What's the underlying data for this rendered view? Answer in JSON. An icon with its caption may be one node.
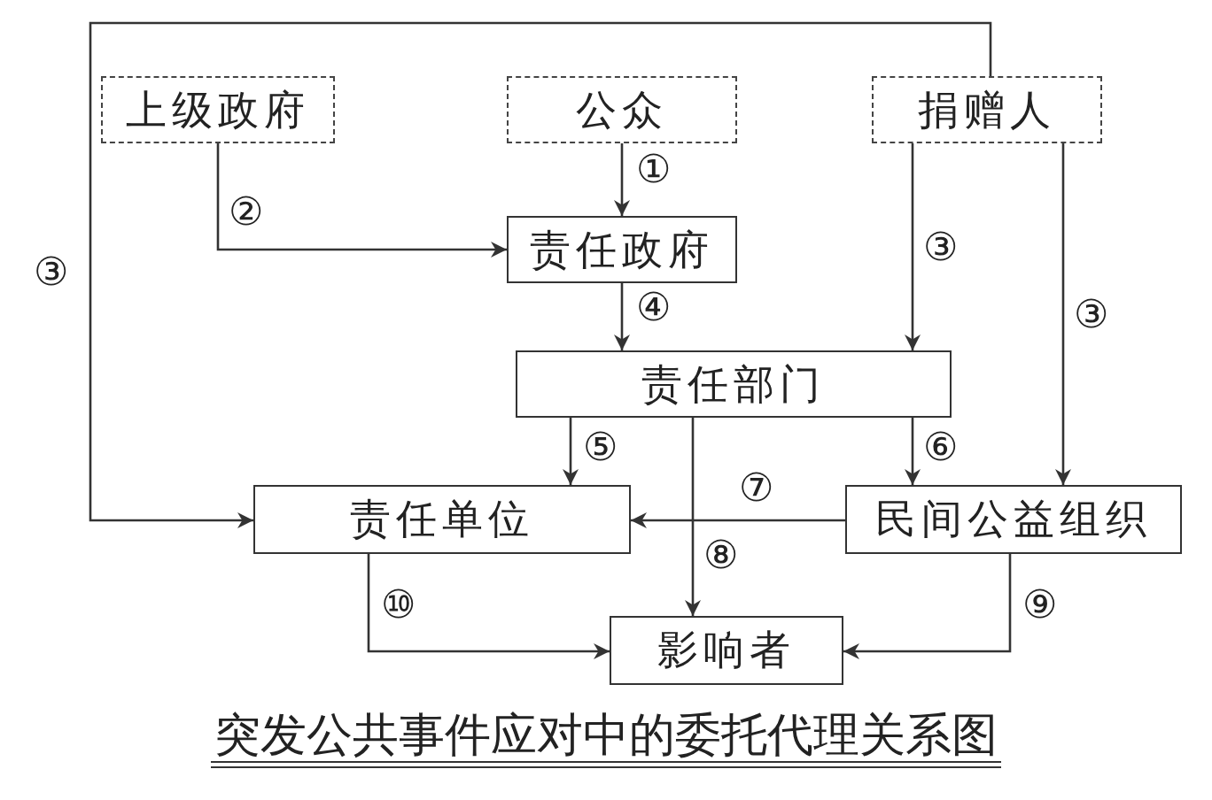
{
  "diagram": {
    "title": "突发公共事件应对中的委托代理关系图",
    "nodes": [
      {
        "text": [
          "上级政府"
        ]
      },
      {
        "text": [
          "公众"
        ]
      },
      {
        "text": [
          "捐赠人"
        ]
      },
      {
        "text": [
          "责任政府"
        ]
      },
      {
        "text": [
          "责任部门"
        ]
      },
      {
        "text": [
          "责任单位"
        ]
      },
      {
        "text": [
          "民间公益组织"
        ]
      },
      {
        "text": [
          "影响者"
        ]
      }
    ],
    "edges": [
      {
        "from": 1,
        "to": 3,
        "arrow": "to",
        "label": "①"
      },
      {
        "from": 0,
        "to": 3,
        "arrow": "to",
        "label": "②"
      },
      {
        "from": 2,
        "to": 5,
        "arrow": "to",
        "label": "③"
      },
      {
        "from": 3,
        "to": 4,
        "arrow": "to",
        "label": "④"
      },
      {
        "from": 2,
        "to": 4,
        "arrow": "to",
        "label": "③"
      },
      {
        "from": 2,
        "to": 6,
        "arrow": "to",
        "label": "③"
      },
      {
        "from": 4,
        "to": 5,
        "arrow": "to",
        "label": "⑤"
      },
      {
        "from": 4,
        "to": 6,
        "arrow": "to",
        "label": "⑥"
      },
      {
        "from": 6,
        "to": 5,
        "arrow": "to",
        "label": "⑦"
      },
      {
        "from": 4,
        "to": 7,
        "arrow": "to",
        "label": "⑧"
      },
      {
        "from": 5,
        "to": 7,
        "arrow": "to",
        "label": "⑩"
      },
      {
        "from": 6,
        "to": 7,
        "arrow": "to",
        "label": "⑨"
      }
    ]
  }
}
